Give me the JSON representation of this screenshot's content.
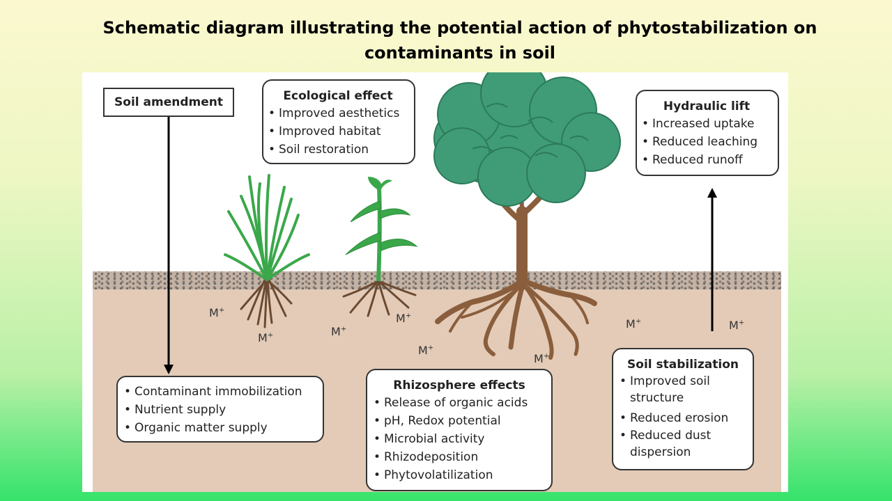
{
  "title": "Schematic diagram illustrating the potential action of phytostabilization on contaminants in soil",
  "diagram": {
    "soil_amendment": "Soil amendment",
    "ecological": {
      "heading": "Ecological effect",
      "items": [
        "Improved aesthetics",
        "Improved habitat",
        "Soil restoration"
      ]
    },
    "hydraulic": {
      "heading": "Hydraulic lift",
      "items": [
        "Increased uptake",
        "Reduced leaching",
        "Reduced runoff"
      ]
    },
    "amendment_effects": {
      "items": [
        "Contaminant immobilization",
        "Nutrient supply",
        "Organic matter supply"
      ]
    },
    "rhizosphere": {
      "heading": "Rhizosphere effects",
      "items": [
        "Release of organic acids",
        "pH, Redox potential",
        "Microbial activity",
        "Rhizodeposition",
        "Phytovolatilization"
      ]
    },
    "stabilization": {
      "heading": "Soil stabilization",
      "items": [
        "Improved soil",
        "structure",
        "Reduced erosion",
        "Reduced dust",
        "dispersion"
      ]
    },
    "metal_label": "M",
    "metal_charge": "+"
  },
  "colors": {
    "foliage": "#3f9c76",
    "foliage_dark": "#2c7a5a",
    "trunk": "#8a5e3c",
    "grass": "#3aa84a",
    "soil": "#e3cbb7"
  }
}
